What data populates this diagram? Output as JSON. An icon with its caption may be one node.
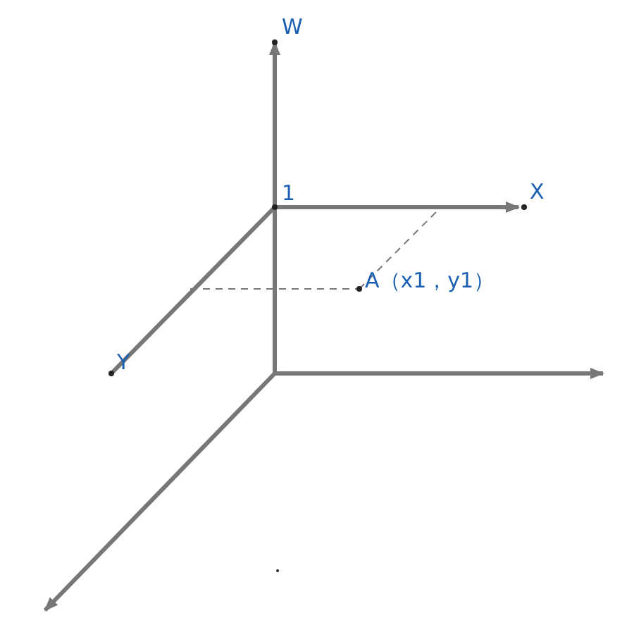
{
  "diagram": {
    "labels": [
      "W",
      "1",
      "X",
      "A（x1，y1）",
      "Y"
    ]
  }
}
